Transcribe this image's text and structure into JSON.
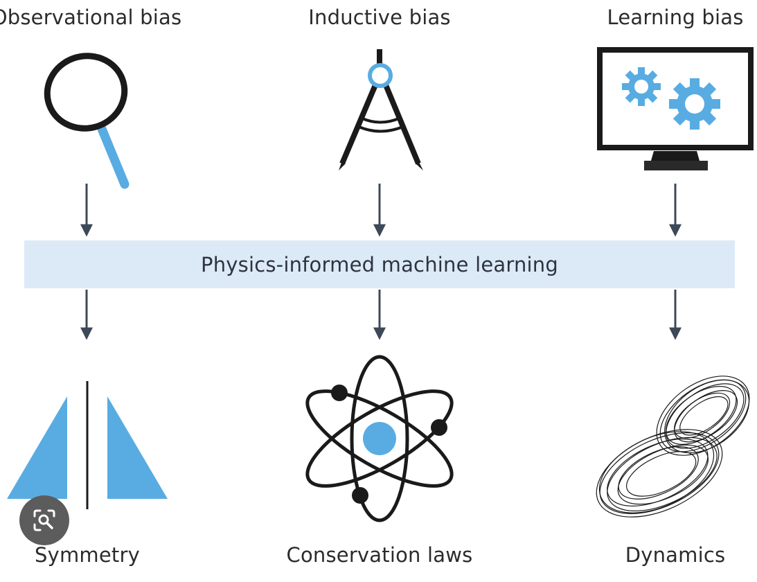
{
  "top_labels": {
    "observational": "Observational bias",
    "inductive": "Inductive bias",
    "learning": "Learning bias"
  },
  "banner": {
    "label": "Physics-informed machine learning"
  },
  "bottom_labels": {
    "symmetry": "Symmetry",
    "conservation": "Conservation laws",
    "dynamics": "Dynamics"
  },
  "icons": {
    "observational": "magnifying-glass-icon",
    "inductive": "drafting-compass-icon",
    "learning": "monitor-gears-icon",
    "symmetry": "mirrored-triangles-icon",
    "conservation": "atom-icon",
    "dynamics": "lorenz-attractor-icon",
    "overlay": "lens-search-icon"
  },
  "colors": {
    "accent_blue": "#58ace2",
    "ink": "#1a1a1a",
    "arrow": "#3d4858",
    "banner_bg": "#dceaf7"
  }
}
